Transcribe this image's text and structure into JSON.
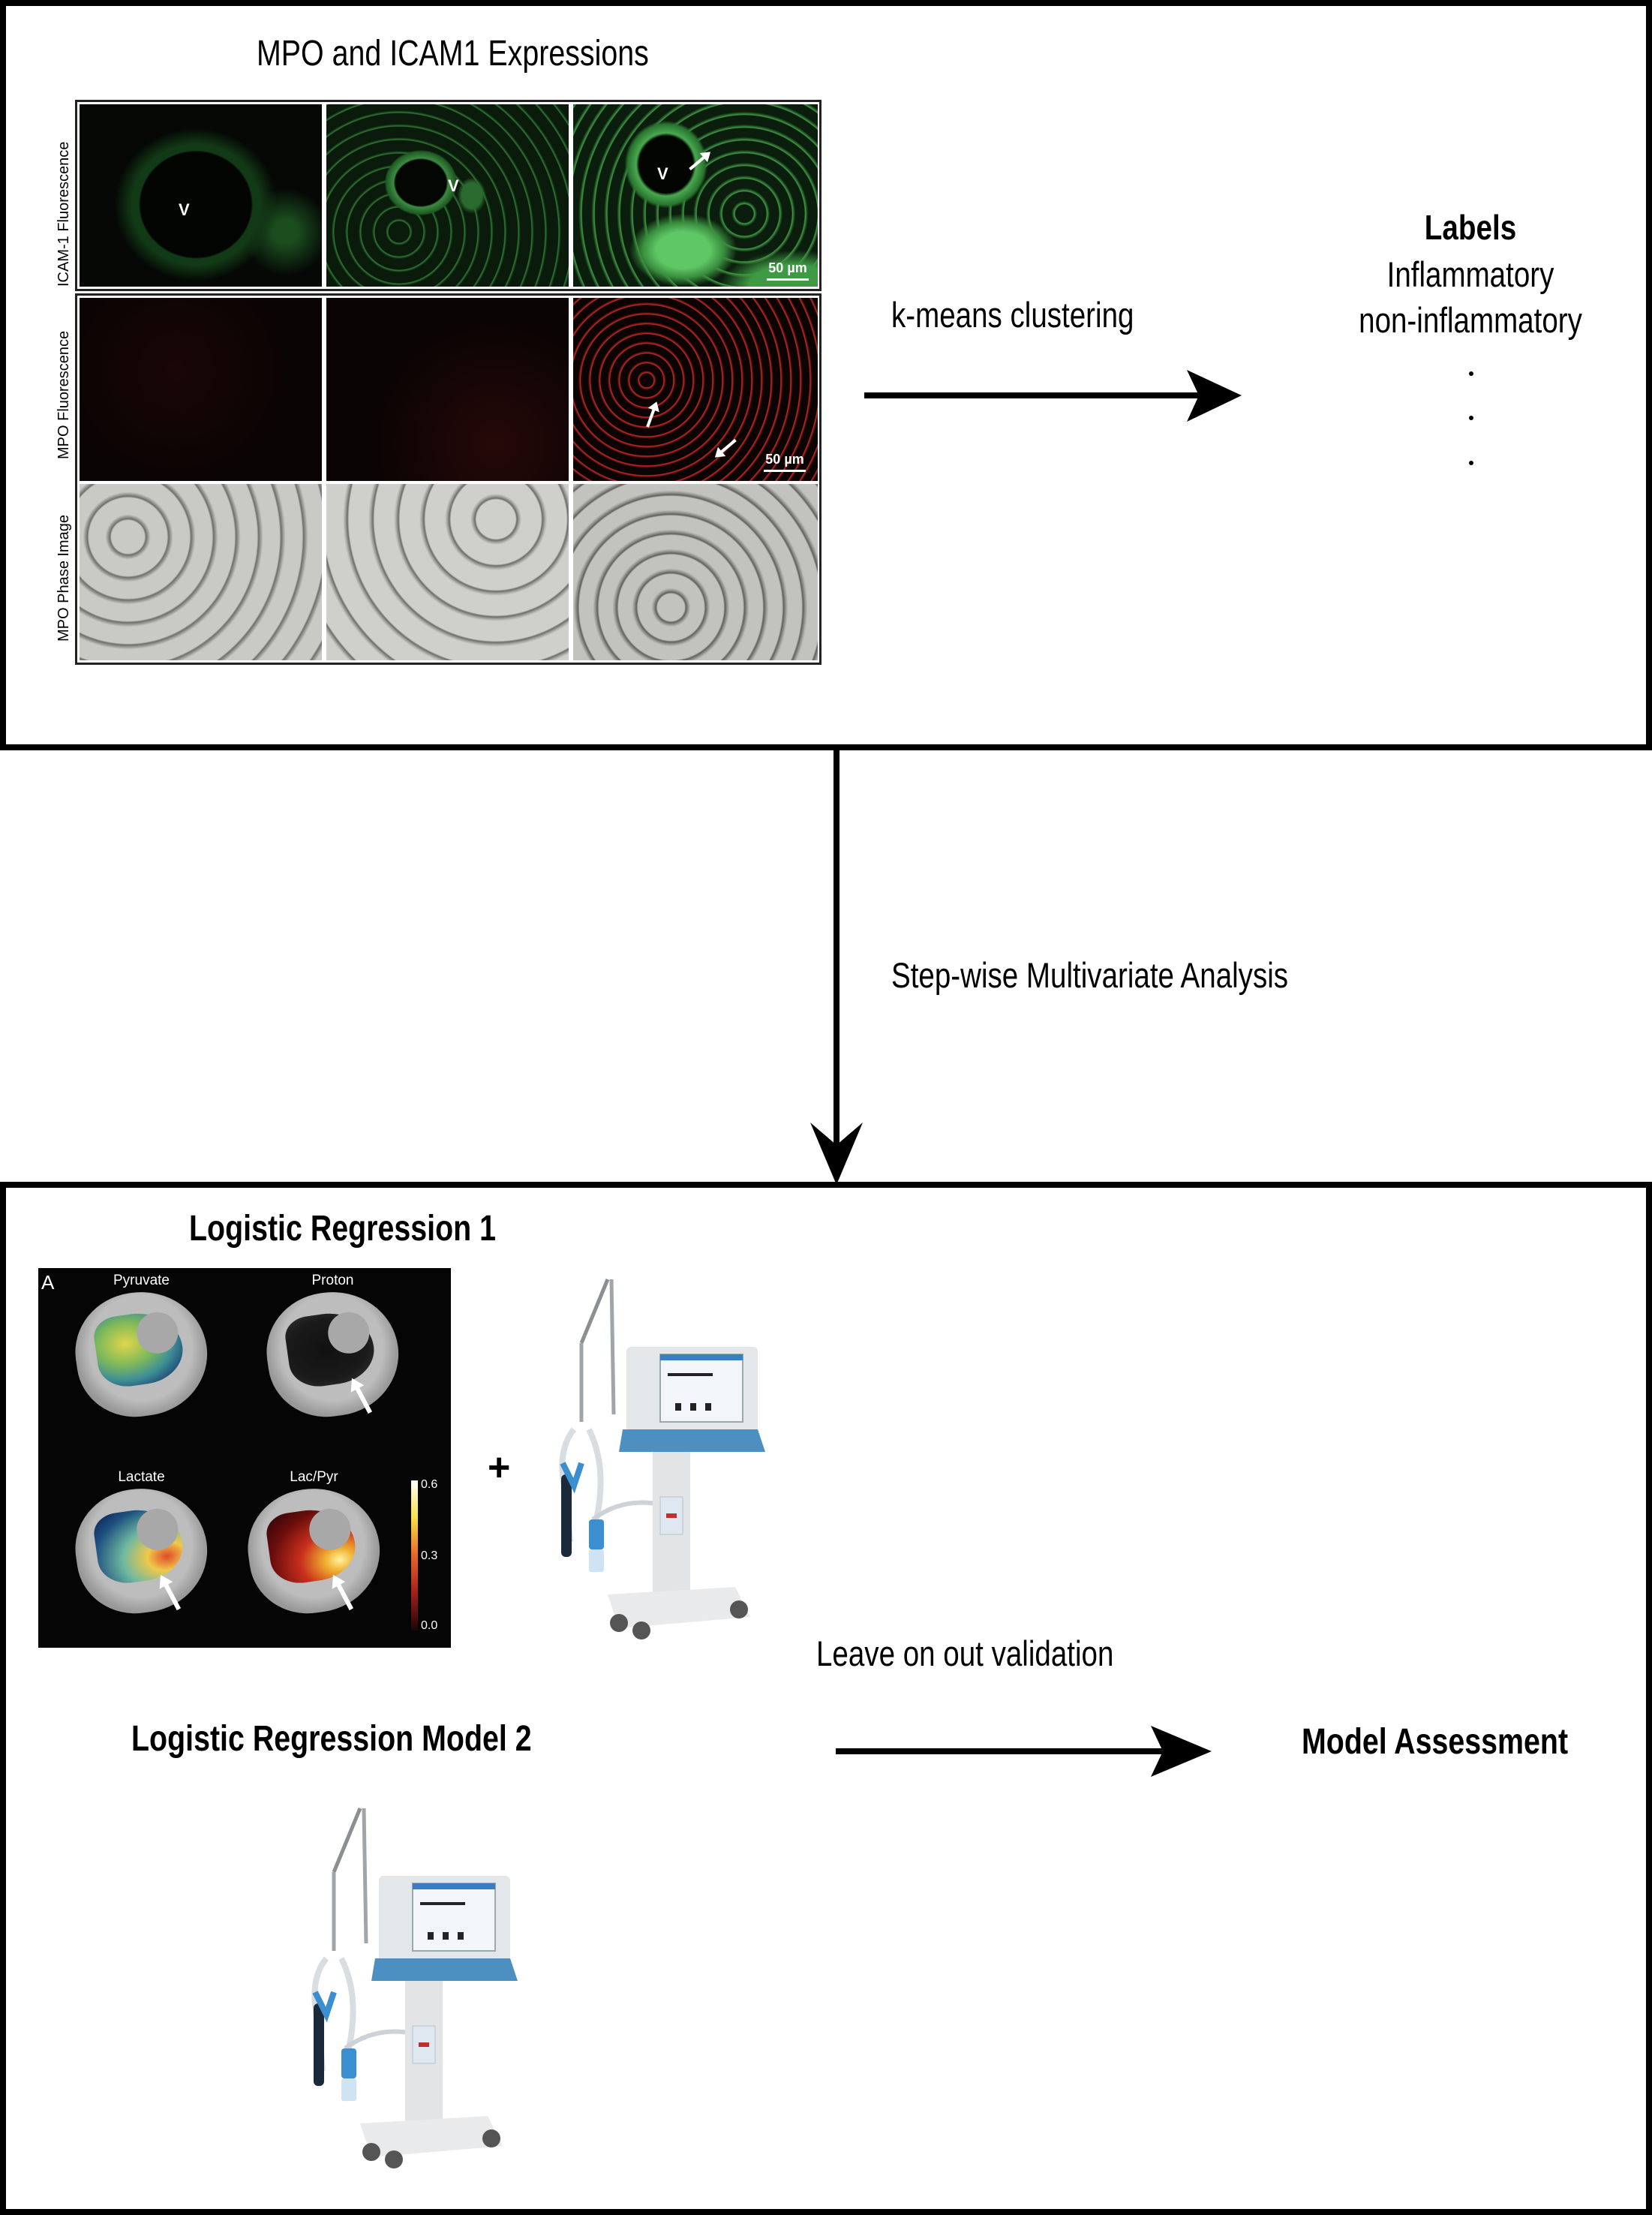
{
  "top_section": {
    "title": "MPO and ICAM1 Expressions",
    "figure": {
      "row_labels": [
        "ICAM-1 Fluorescence",
        "MPO Fluorescence",
        "MPO Phase Image"
      ],
      "vessel_label": "V",
      "scale_bar_label": "50 µm"
    },
    "arrow_label": "k-means clustering",
    "labels": {
      "heading": "Labels",
      "items": [
        "Inflammatory",
        "non-inflammatory"
      ],
      "ellipsis": [
        "·",
        "·",
        "·"
      ]
    }
  },
  "connector": {
    "label": "Step-wise Multivariate Analysis"
  },
  "bottom_section": {
    "model1_title": "Logistic Regression 1",
    "mri_figure": {
      "panel_letter": "A",
      "panels": [
        "Pyruvate",
        "Proton",
        "Lactate",
        "Lac/Pyr"
      ],
      "colorbar_ticks": [
        "0.6",
        "0.3",
        "0.0"
      ]
    },
    "plus": "+",
    "validation_label": "Leave on out validation",
    "model2_title": "Logistic Regression Model 2",
    "assessment_label": "Model Assessment"
  }
}
